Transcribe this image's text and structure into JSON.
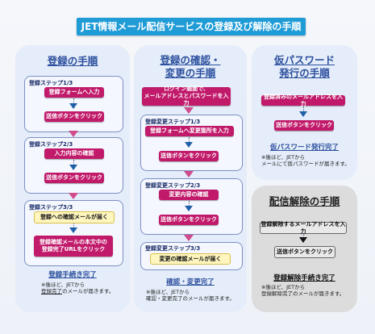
{
  "title": "JET情報メール配信サービスの登録及び解除の手順",
  "register": {
    "heading": "登録の手順",
    "step1": {
      "label": "登録ステップ1/3",
      "btn1": "登録フォームへ入力",
      "btn2": "送信ボタンをクリック"
    },
    "step2": {
      "label": "登録ステップ2/3",
      "btn1": "入力内容の確認",
      "btn2": "送信ボタンをクリック"
    },
    "step3": {
      "label": "登録ステップ3/3",
      "btn1": "登録への確認メールが届く",
      "btn2_line1": "登録確認メールの本文中の",
      "btn2_line2": "登録完了URLをクリック"
    },
    "done": "登録手続き完了",
    "note_line1": "※後ほど、JETから",
    "note_line2a": "登録完了",
    "note_line2b": "のメールが届きます。"
  },
  "change": {
    "heading_line1": "登録の確認・",
    "heading_line2": "変更の手順",
    "login_line1": "ログイン画面で、",
    "login_line2": "メールアドレスとパスワードを入力",
    "step1": {
      "label": "登録変更ステップ1/3",
      "btn1": "登録フォームへ変更箇所を入力",
      "btn2": "送信ボタンをクリック"
    },
    "step2": {
      "label": "登録変更ステップ2/3",
      "btn1": "変更内容の確認",
      "btn2": "送信ボタンをクリック"
    },
    "step3": {
      "label": "登録変更ステップ3/3",
      "btn1": "変更の確認メールが届く"
    },
    "done": "確認・変更完了",
    "note_line1": "※後ほど、JETから",
    "note_line2": "確認・変更完了のメールが届きます。"
  },
  "password": {
    "heading_line1": "仮パスワード",
    "heading_line2": "発行の手順",
    "btn1": "登録済みのメールアドレスを入力",
    "btn2": "送信ボタンをクリック",
    "done": "仮パスワード発行完了",
    "note_line1": "※後ほど、JETから",
    "note_line2": "メールにて仮パスワードが届きます。"
  },
  "unsubscribe": {
    "heading": "配信解除の手順",
    "btn1": "登録解除するメールアドレスを入力",
    "btn2": "送信ボタンをクリック",
    "done": "登録解除手続き完了",
    "note_line1": "※後ほど、JETから",
    "note_line2": "登録解除完了のメールが届きます。"
  }
}
